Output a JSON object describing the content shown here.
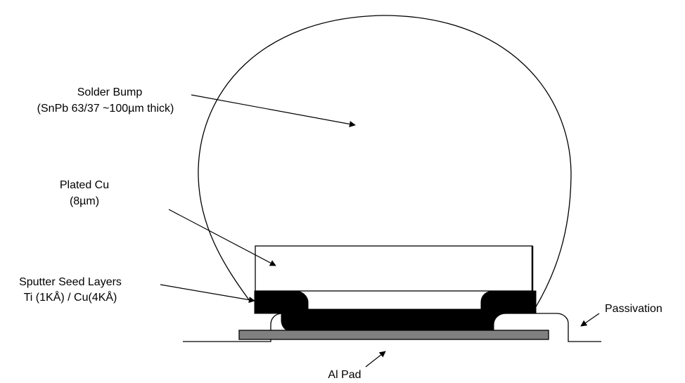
{
  "labels": {
    "solder_bump_line1": "Solder Bump",
    "solder_bump_line2": "(SnPb 63/37 ~100µm thick)",
    "plated_cu_line1": "Plated Cu",
    "plated_cu_line2": "(8µm)",
    "seed_layers_line1": "Sputter Seed Layers",
    "seed_layers_line2": "Ti (1KÅ) / Cu(4KÅ)",
    "passivation": "Passivation",
    "al_pad": "Al Pad"
  },
  "colors": {
    "line": "#000000",
    "seed_fill": "#000000",
    "al_pad_fill": "#808080",
    "plated_cu_fill": "#ffffff",
    "background": "#ffffff"
  }
}
